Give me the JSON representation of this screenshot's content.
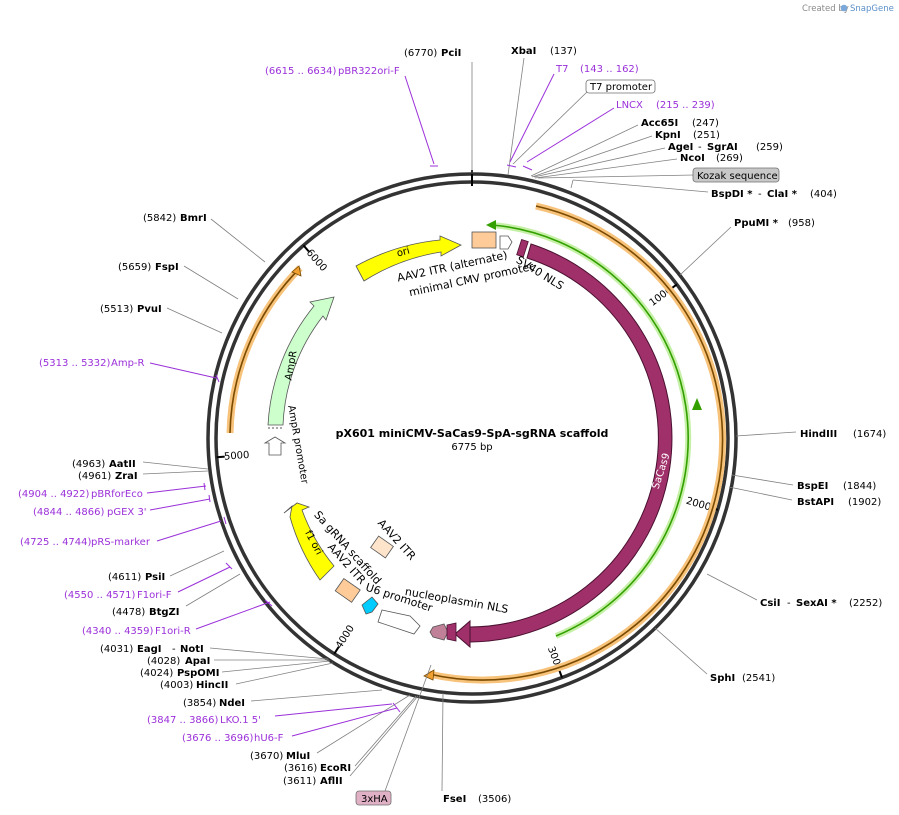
{
  "credit": {
    "created_by": "Created by",
    "app": "SnapGene"
  },
  "title": "pX601 miniCMV-SaCas9-SpA-sgRNA scaffold",
  "size_label": "6775 bp",
  "total_bp": 6775,
  "ticks": [
    "1000",
    "2000",
    "3000",
    "4000",
    "5000",
    "6000"
  ],
  "colors": {
    "enzyme": "#000000",
    "primer": "#9b30d9",
    "saCas9": "#a0306a",
    "ori": "#ffff00",
    "ampR": "#ccffcc",
    "orange_feature": "#f0a030",
    "green_feature": "#33a000",
    "itr": "#ffcc99",
    "u6": "#00ccff",
    "nls_np": "#c08098"
  },
  "sites": [
    {
      "name": "PciI",
      "pos": "(6770)"
    },
    {
      "name": "XbaI",
      "pos": "(137)"
    },
    {
      "name": "T7",
      "pos": "(143 .. 162)",
      "kind": "primer"
    },
    {
      "name": "T7 promoter",
      "kind": "box"
    },
    {
      "name": "LNCX",
      "pos": "(215 .. 239)",
      "kind": "primer"
    },
    {
      "name": "Acc65I",
      "pos": "(247)"
    },
    {
      "name": "KpnI",
      "pos": "(251)"
    },
    {
      "name": "AgeI",
      "name2": "SgrAI",
      "pos": "(259)"
    },
    {
      "name": "NcoI",
      "pos": "(269)"
    },
    {
      "name": "Kozak sequence",
      "kind": "box-gray"
    },
    {
      "name": "BspDI *",
      "name2": "ClaI *",
      "pos": "(404)"
    },
    {
      "name": "PpuMI *",
      "pos": "(958)"
    },
    {
      "name": "HindIII",
      "pos": "(1674)"
    },
    {
      "name": "BspEI",
      "pos": "(1844)"
    },
    {
      "name": "BstAPI",
      "pos": "(1902)"
    },
    {
      "name": "CsiI",
      "name2": "SexAI *",
      "pos": "(2252)"
    },
    {
      "name": "SphI",
      "pos": "(2541)"
    },
    {
      "name": "FseI",
      "pos": "(3506)"
    },
    {
      "name": "3xHA",
      "kind": "box-pink"
    },
    {
      "name": "AflII",
      "pos": "(3611)"
    },
    {
      "name": "EcoRI",
      "pos": "(3616)"
    },
    {
      "name": "MluI",
      "pos": "(3670)"
    },
    {
      "name": "hU6-F",
      "pos": "(3676 .. 3696)",
      "kind": "primer"
    },
    {
      "name": "LKO.1 5'",
      "pos": "(3847 .. 3866)",
      "kind": "primer"
    },
    {
      "name": "NdeI",
      "pos": "(3854)"
    },
    {
      "name": "HincII",
      "pos": "(4003)"
    },
    {
      "name": "PspOMI",
      "pos": "(4024)"
    },
    {
      "name": "ApaI",
      "pos": "(4028)"
    },
    {
      "name": "EagI",
      "name2": "NotI",
      "pos": "(4031)"
    },
    {
      "name": "F1ori-R",
      "pos": "(4340 .. 4359)",
      "kind": "primer"
    },
    {
      "name": "BtgZI",
      "pos": "(4478)"
    },
    {
      "name": "F1ori-F",
      "pos": "(4550 .. 4571)",
      "kind": "primer"
    },
    {
      "name": "PsiI",
      "pos": "(4611)"
    },
    {
      "name": "pRS-marker",
      "pos": "(4725 .. 4744)",
      "kind": "primer"
    },
    {
      "name": "pGEX 3'",
      "pos": "(4844 .. 4866)",
      "kind": "primer"
    },
    {
      "name": "pBRforEco",
      "pos": "(4904 .. 4922)",
      "kind": "primer"
    },
    {
      "name": "ZraI",
      "pos": "(4961)"
    },
    {
      "name": "AatII",
      "pos": "(4963)"
    },
    {
      "name": "Amp-R",
      "pos": "(5313 .. 5332)",
      "kind": "primer"
    },
    {
      "name": "PvuI",
      "pos": "(5513)"
    },
    {
      "name": "FspI",
      "pos": "(5659)"
    },
    {
      "name": "BmrI",
      "pos": "(5842)"
    },
    {
      "name": "pBR322ori-F",
      "pos": "(6615 .. 6634)",
      "kind": "primer"
    }
  ],
  "features": [
    {
      "label": "ori"
    },
    {
      "label": "AAV2 ITR (alternate)"
    },
    {
      "label": "minimal CMV promoter"
    },
    {
      "label": "SV40 NLS"
    },
    {
      "label": "AmpR"
    },
    {
      "label": "AmpR promoter"
    },
    {
      "label": "SaCas9"
    },
    {
      "label": "f1 ori"
    },
    {
      "label": "AAV2 ITR"
    },
    {
      "label": "Sa gRNA scaffold"
    },
    {
      "label": "AAV2 ITR"
    },
    {
      "label": "U6 promoter"
    },
    {
      "label": "nucleoplasmin NLS"
    }
  ]
}
